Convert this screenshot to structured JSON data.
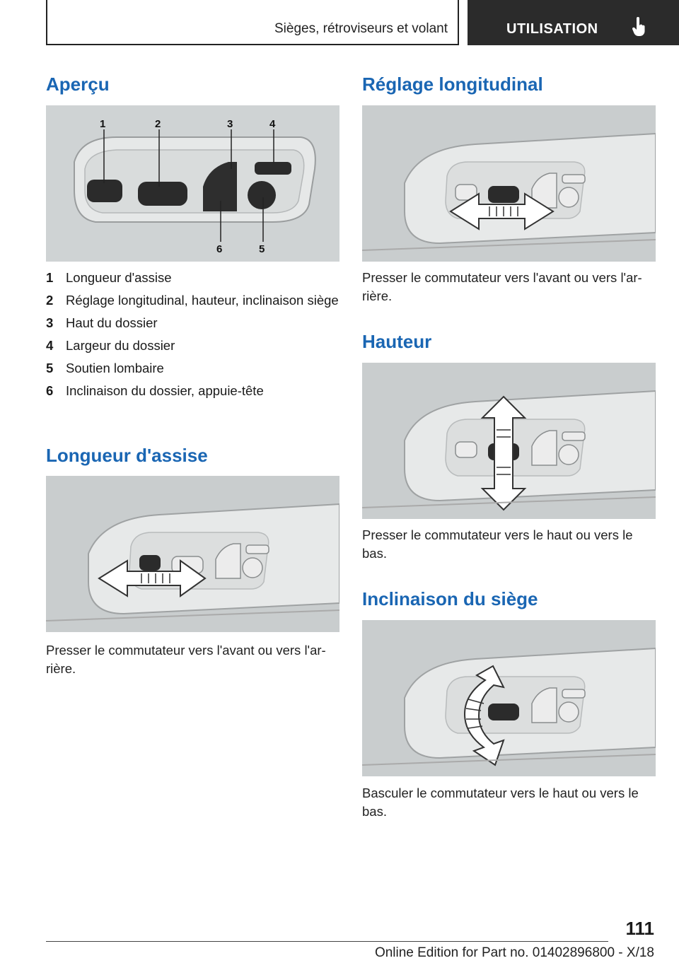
{
  "header": {
    "section_title": "Sièges, rétroviseurs et volant",
    "chapter": "UTILISATION"
  },
  "left": {
    "overview": {
      "heading": "Aperçu",
      "callouts": [
        "1",
        "2",
        "3",
        "4",
        "6",
        "5"
      ],
      "items": [
        {
          "num": "1",
          "text": "Longueur d'assise"
        },
        {
          "num": "2",
          "text": "Réglage longitudinal, hauteur, inclinaison siège"
        },
        {
          "num": "3",
          "text": "Haut du dossier"
        },
        {
          "num": "4",
          "text": "Largeur du dossier"
        },
        {
          "num": "5",
          "text": "Soutien lombaire"
        },
        {
          "num": "6",
          "text": "Inclinaison du dossier, appuie-tête"
        }
      ]
    },
    "seat_length": {
      "heading": "Longueur d'assise",
      "text": "Presser le commutateur vers l'avant ou vers l'ar‐rière."
    }
  },
  "right": {
    "longitudinal": {
      "heading": "Réglage longitudinal",
      "text": "Presser le commutateur vers l'avant ou vers l'ar‐rière."
    },
    "height": {
      "heading": "Hauteur",
      "text": "Presser le commutateur vers le haut ou vers le bas."
    },
    "tilt": {
      "heading": "Inclinaison du siège",
      "text": "Basculer le commutateur vers le haut ou vers le bas."
    }
  },
  "footer": {
    "page_number": "111",
    "edition": "Online Edition for Part no. 01402896800 - X/18"
  },
  "colors": {
    "heading": "#1a66b3",
    "header_dark": "#2b2b2b"
  },
  "icons": [
    "hand-pointer-icon"
  ]
}
